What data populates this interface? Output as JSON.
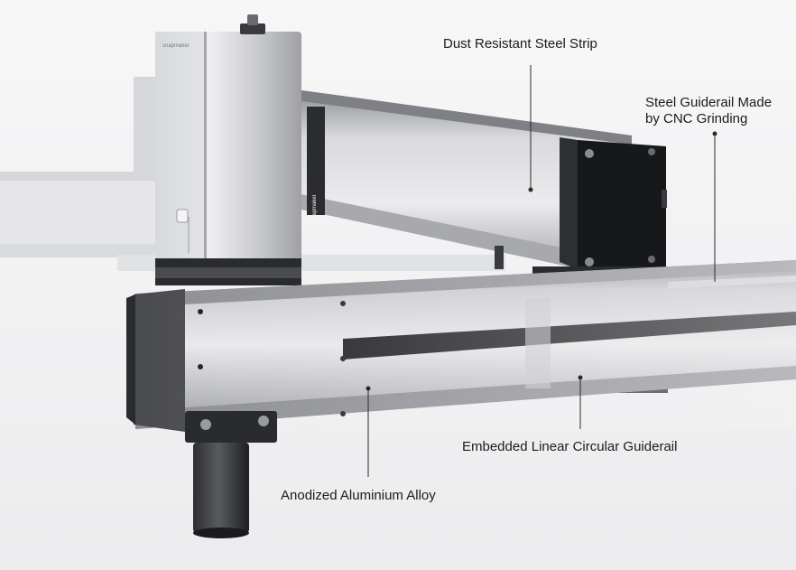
{
  "callouts": {
    "dust_strip": "Dust Resistant Steel Strip",
    "steel_guiderail_line1": "Steel Guiderail Made",
    "steel_guiderail_line2": "by CNC Grinding",
    "embedded_guiderail": "Embedded Linear Circular Guiderail",
    "anodized_alloy": "Anodized Aluminium Alloy"
  },
  "product_marks": {
    "head_brand": "snapmaker",
    "arm_brand": "snapmaker"
  },
  "colors": {
    "background": "#f3f3f4",
    "aluminium_light": "#e6e6ea",
    "aluminium_mid": "#b8b9be",
    "aluminium_dark": "#6f7075",
    "anodized_black": "#1a1a1c",
    "leader_line": "#2a2a2a"
  }
}
